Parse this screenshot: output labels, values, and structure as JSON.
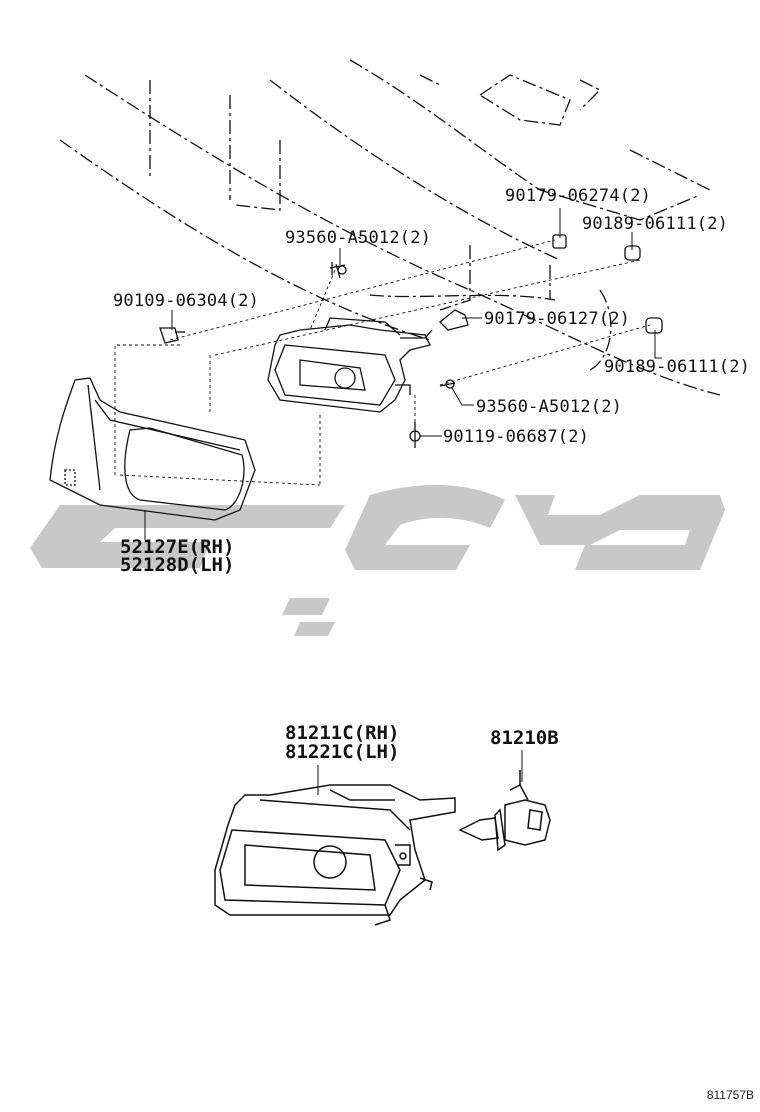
{
  "parts": {
    "p1": "90179-06274(2)",
    "p2": "90189-06111(2)",
    "p3": "93560-A5012(2)",
    "p4": "90109-06304(2)",
    "p5": "90179-06127(2)",
    "p6": "90189-06111(2)",
    "p7": "93560-A5012(2)",
    "p8": "90119-06687(2)",
    "cover_rh": "52127E(RH)",
    "cover_lh": "52128D(LH)",
    "lamp_rh": "81211C(RH)",
    "lamp_lh": "81221C(LH)",
    "bulb": "81210B"
  },
  "watermark_color": "#c8c8c8",
  "illustration_code": "811757B"
}
